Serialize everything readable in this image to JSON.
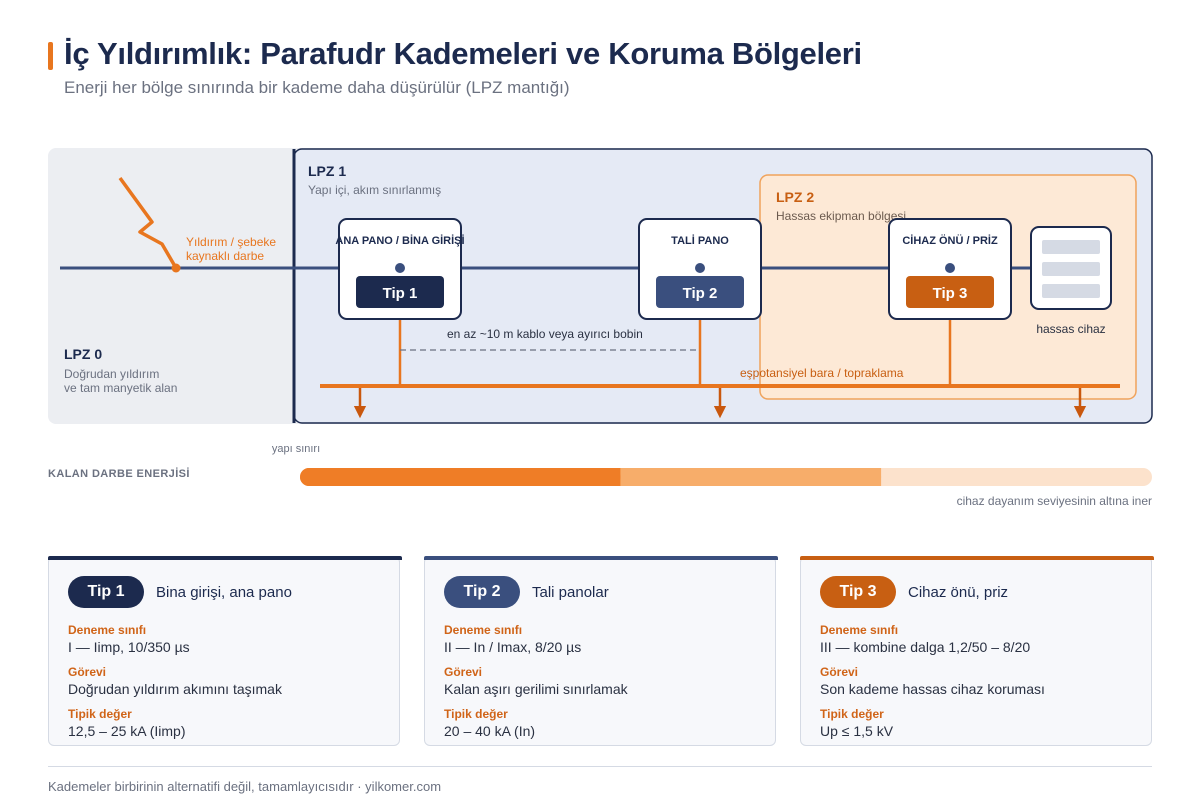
{
  "header": {
    "title": "İç Yıldırımlık: Parafudr Kademeleri ve Koruma Bölgeleri",
    "subtitle": "Enerji her bölge sınırında bir kademe daha düşürülür (LPZ mantığı)"
  },
  "diagram": {
    "lpz0": {
      "title": "LPZ 0",
      "desc_line1": "Doğrudan yıldırım",
      "desc_line2": "ve tam manyetik alan"
    },
    "lpz1": {
      "title": "LPZ 1",
      "desc": "Yapı içi, akım sınırlanmış"
    },
    "lpz2": {
      "title": "LPZ 2",
      "desc": "Hassas ekipman bölgesi"
    },
    "strike_label_line1": "Yıldırım / şebeke",
    "strike_label_line2": "kaynaklı darbe",
    "boxes": [
      {
        "title": "ANA PANO / BİNA GİRİŞİ",
        "badge": "Tip 1"
      },
      {
        "title": "TALİ PANO",
        "badge": "Tip 2"
      },
      {
        "title": "CİHAZ ÖNÜ / PRİZ",
        "badge": "Tip 3"
      }
    ],
    "device_label": "hassas cihaz",
    "cable_note": "en az ~10 m kablo veya ayırıcı bobin",
    "bus_label": "eşpotansiyel bara / topraklama",
    "structure_boundary": "yapı sınırı"
  },
  "energy_bar": {
    "label": "KALAN DARBE ENERJİSİ",
    "note": "cihaz dayanım seviyesinin altına iner",
    "segments": [
      {
        "share": 0.376,
        "color": "#ef7d26"
      },
      {
        "share": 0.306,
        "color": "#f7ad6a"
      },
      {
        "share": 0.318,
        "color": "#fce2cc"
      }
    ]
  },
  "cards": [
    {
      "badge": "Tip 1",
      "title": "Bina girişi, ana pano",
      "class_label": "Deneme sınıfı",
      "class_value": "I — Iimp, 10/350 µs",
      "duty_label": "Görevi",
      "duty_value": "Doğrudan yıldırım akımını taşımak",
      "typical_label": "Tipik değer",
      "typical_value": "12,5 – 25 kA (Iimp)"
    },
    {
      "badge": "Tip 2",
      "title": "Tali panolar",
      "class_label": "Deneme sınıfı",
      "class_value": "II — In / Imax, 8/20 µs",
      "duty_label": "Görevi",
      "duty_value": "Kalan aşırı gerilimi sınırlamak",
      "typical_label": "Tipik değer",
      "typical_value": "20 – 40 kA (In)"
    },
    {
      "badge": "Tip 3",
      "title": "Cihaz önü, priz",
      "class_label": "Deneme sınıfı",
      "class_value": "III — kombine dalga 1,2/50 – 8/20",
      "duty_label": "Görevi",
      "duty_value": "Son kademe hassas cihaz koruması",
      "typical_label": "Tipik değer",
      "typical_value": "Up ≤ 1,5 kV"
    }
  ],
  "colors": {
    "navy": "#1c2a4e",
    "mid_blue": "#3a4f7e",
    "orange": "#e8761f",
    "dark_orange": "#c85f12",
    "rust": "#c9580e"
  },
  "footer": "Kademeler birbirinin alternatifi değil, tamamlayıcısıdır  ·  yilkomer.com"
}
